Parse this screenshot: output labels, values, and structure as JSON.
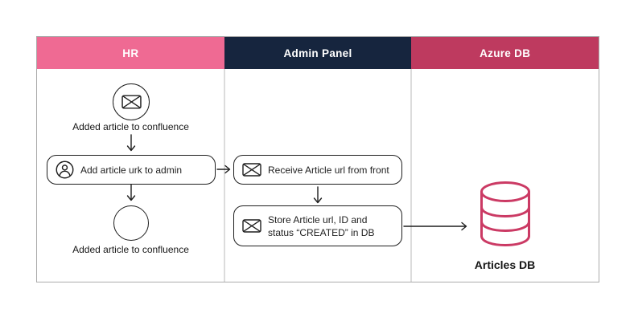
{
  "diagram": {
    "type": "swimlane-flowchart",
    "lanes": [
      {
        "id": "hr",
        "label": "HR"
      },
      {
        "id": "admin",
        "label": "Admin Panel"
      },
      {
        "id": "azure",
        "label": "Azure DB"
      }
    ],
    "nodes": {
      "hr_start_label": "Added article to confluence",
      "hr_task": "Add article urk to admin",
      "hr_end_label": "Added article to confluence",
      "admin_task_receive": "Receive Article url from front",
      "admin_task_store_line1": "Store Article url, ID and",
      "admin_task_store_line2": "status “CREATED” in DB",
      "azure_db_label": "Articles DB"
    },
    "icons": [
      "envelope-icon",
      "user-icon",
      "database-icon"
    ],
    "colors": {
      "lane_hr": "#EF6A93",
      "lane_admin": "#16253E",
      "lane_azure": "#BE3A5F",
      "db_stroke": "#CB3A64",
      "ink": "#1E1E1E",
      "frame_border": "#ABABAB",
      "divider": "#DCDCDC",
      "header_text": "#FFFFFF"
    }
  }
}
